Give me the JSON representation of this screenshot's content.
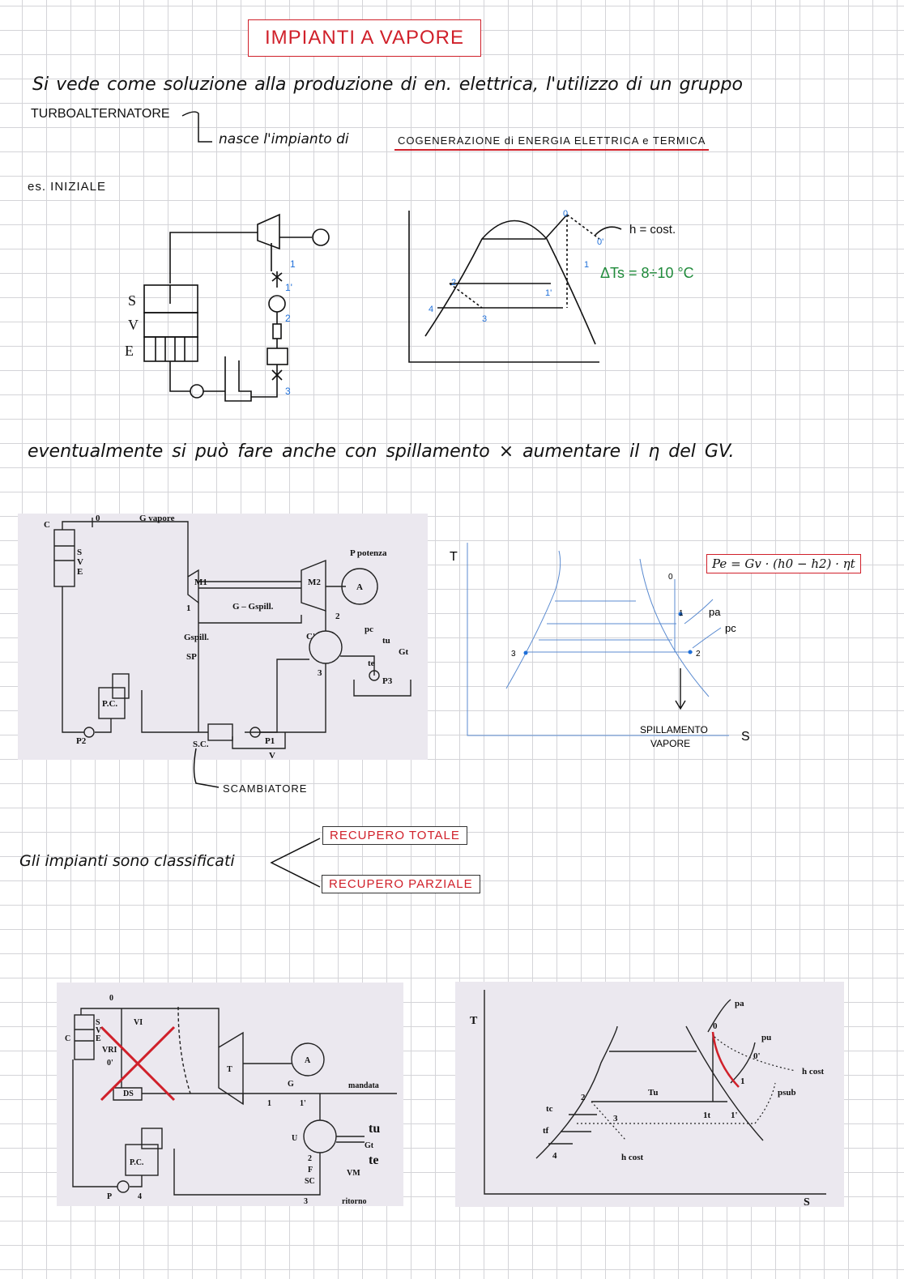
{
  "title": "IMPIANTI A VAPORE",
  "intro": {
    "line1": "Si vede come soluzione alla produzione di en. elettrica, l'utilizzo di un gruppo",
    "term": "TURBOALTERNATORE",
    "nasce": "nasce l'impianto di",
    "highlight": "COGENERAZIONE di ENERGIA ELETTRICA e TERMICA"
  },
  "example_label": "es. INIZIALE",
  "sketch1": {
    "S": "S",
    "V": "V",
    "E": "E",
    "p1": "1",
    "p1p": "1'",
    "p2": "2",
    "p3": "3"
  },
  "sketch_ts": {
    "p0": "0",
    "p0p": "0'",
    "p1": "1",
    "p1p": "1'",
    "p2": "2",
    "p3": "3",
    "p4": "4",
    "hcost": "h = cost.",
    "dts": "ΔTs = 8÷10 °C"
  },
  "note_spill": "eventualmente si può fare anche con spillamento × aumentare il η del GV.",
  "scan1": {
    "C": "C",
    "S": "S",
    "V": "V",
    "E": "E",
    "zero": "0",
    "gvap": "G vapore",
    "ppot": "P potenza",
    "M1": "M1",
    "M2": "M2",
    "A": "A",
    "one": "1",
    "ggspill": "G – Gspill.",
    "two": "2",
    "gspill": "Gspill.",
    "SP": "SP",
    "Cp": "C'",
    "pc": "pc",
    "tu": "tu",
    "te": "te",
    "Gt": "Gt",
    "P3": "P3",
    "three": "3",
    "PC": "P.C.",
    "P2": "P2",
    "SC": "S.C.",
    "P1": "P1",
    "Vv": "V"
  },
  "ts2": {
    "formula": "Pe = Gv · (h0 − h2) · ηt",
    "T": "T",
    "S": "S",
    "pa": "pa",
    "pc": "pc",
    "p0": "0",
    "p1": "1",
    "p2": "2",
    "p3": "3",
    "spill": "SPILLAMENTO",
    "vapore": "VAPORE"
  },
  "scambiatore": "SCAMBIATORE",
  "classification": {
    "label": "Gli impianti sono classificati",
    "totale": "RECUPERO TOTALE",
    "parziale": "RECUPERO PARZIALE"
  },
  "scan2": {
    "C": "C",
    "S": "S",
    "V": "V",
    "E": "E",
    "zero": "0",
    "VI": "VI",
    "VRI": "VRI",
    "zp": "0'",
    "DS": "DS",
    "T": "T",
    "A": "A",
    "G": "G",
    "mandata": "mandata",
    "one": "1",
    "onep": "1'",
    "U": "U",
    "tu": "tu",
    "te": "te",
    "Gt": "Gt",
    "two": "2",
    "F": "F",
    "SC": "SC",
    "VM": "VM",
    "PC": "P.C.",
    "P": "P",
    "four": "4",
    "three": "3",
    "ritorno": "ritorno"
  },
  "ts3": {
    "T": "T",
    "S": "S",
    "pa": "pa",
    "pu": "pu",
    "psub": "psub",
    "p0": "0",
    "p0p": "0'",
    "p1": "1",
    "p1t": "1t",
    "p1p": "1'",
    "p2": "2",
    "p3": "3",
    "p4": "4",
    "Tu": "Tu",
    "tc": "tc",
    "tf": "tf",
    "hcost1": "h cost",
    "hcost2": "h cost"
  },
  "colors": {
    "red": "#d0202a",
    "blue": "#1e6fd9",
    "green": "#1f8a3a"
  }
}
